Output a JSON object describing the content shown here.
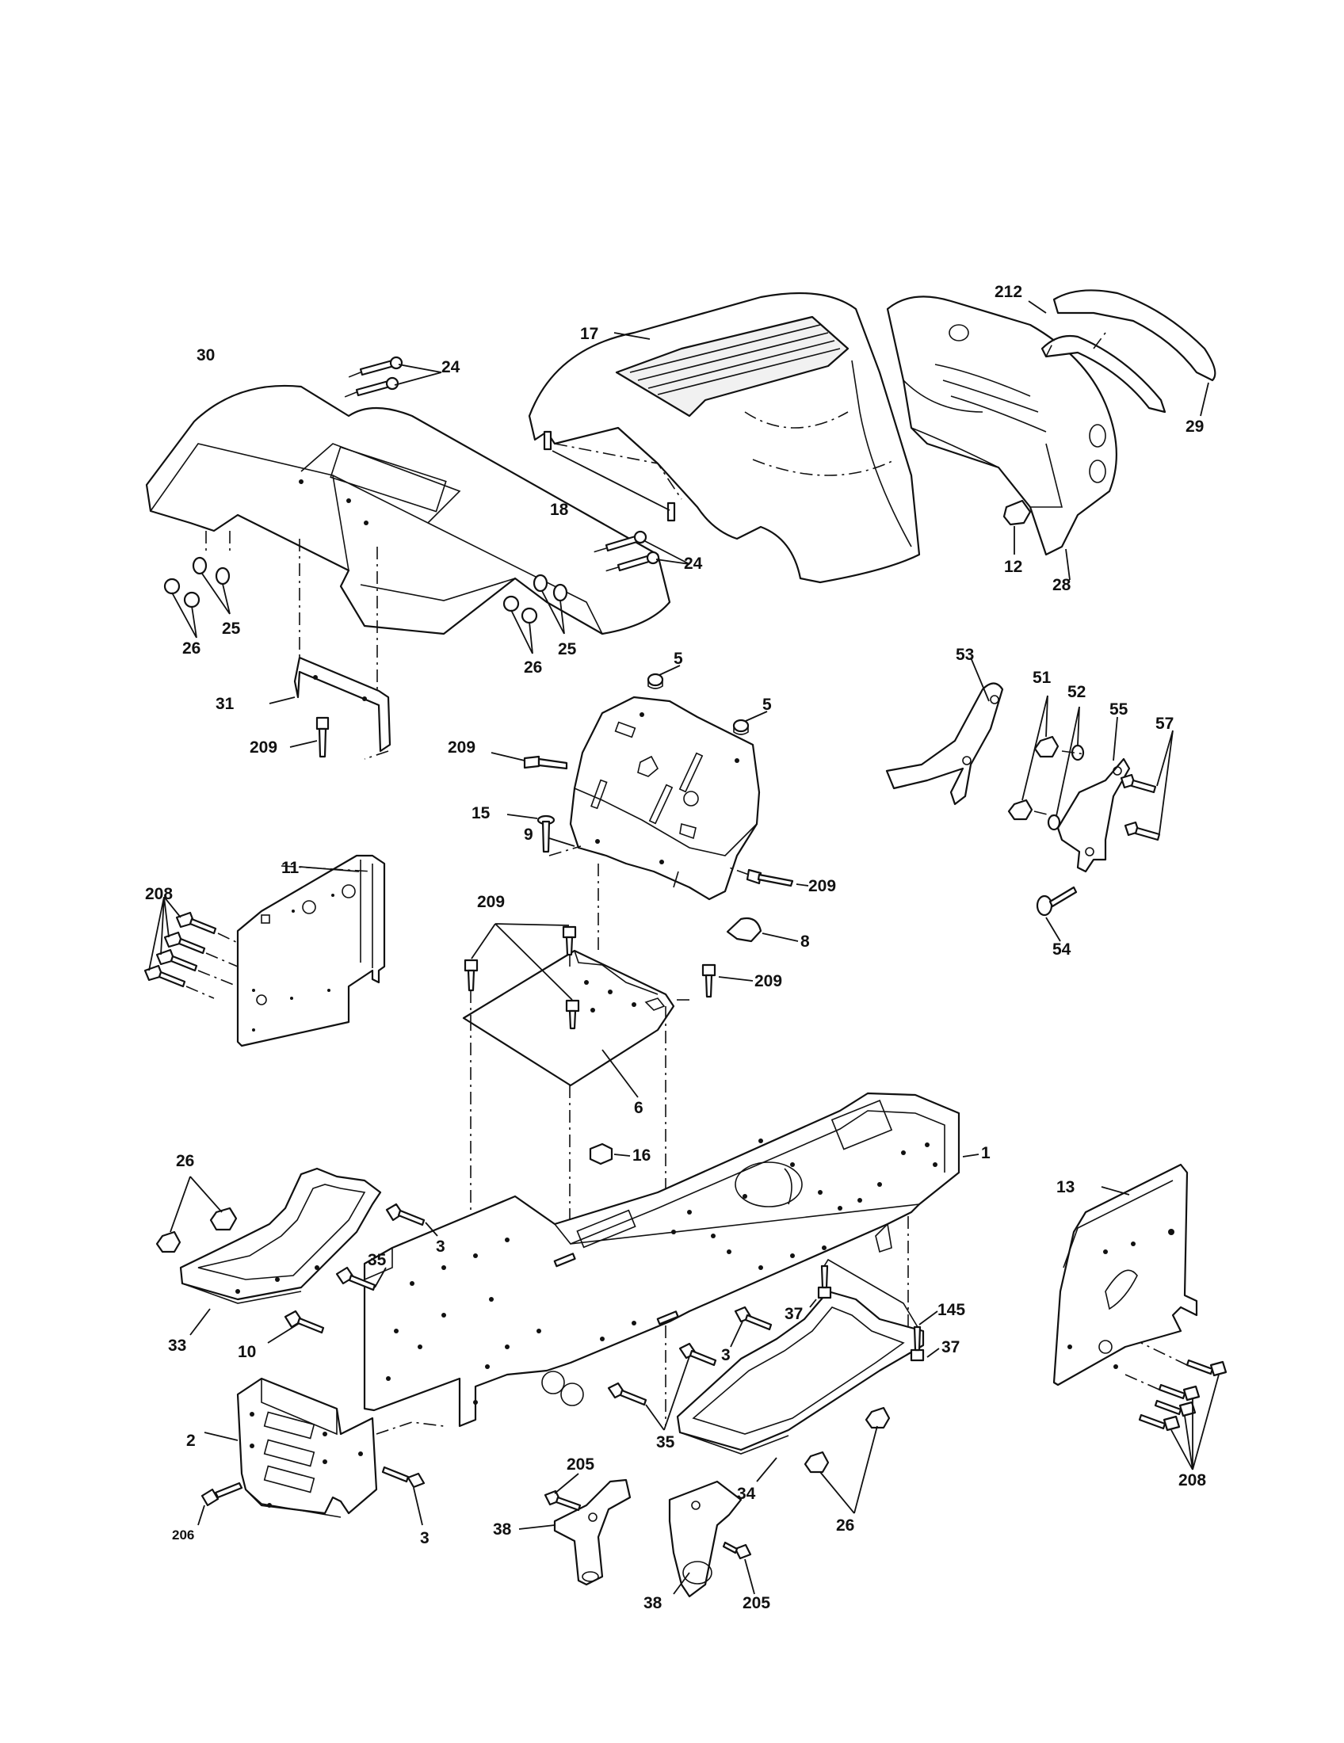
{
  "callouts": {
    "c30": "30",
    "c24a": "24",
    "c17": "17",
    "c212": "212",
    "c29": "29",
    "c18": "18",
    "c24b": "24",
    "c12": "12",
    "c28": "28",
    "c26a": "26",
    "c25a": "25",
    "c26b": "26",
    "c25b": "25",
    "c31": "31",
    "c209a": "209",
    "c5a": "5",
    "c5b": "5",
    "c209b": "209",
    "c9": "9",
    "c15": "15",
    "c209c": "209",
    "c53": "53",
    "c51": "51",
    "c52": "52",
    "c55": "55",
    "c57": "57",
    "c54": "54",
    "c208a": "208",
    "c11": "11",
    "c209d": "209",
    "c8": "8",
    "c209e": "209",
    "c6": "6",
    "c16": "16",
    "c1": "1",
    "c26c": "26",
    "c3a": "3",
    "c35a": "35",
    "c33": "33",
    "c10": "10",
    "c13": "13",
    "c37a": "37",
    "c145": "145",
    "c37b": "37",
    "c3b": "3",
    "c35b": "35",
    "c2": "2",
    "c34": "34",
    "c26d": "26",
    "c208b": "208",
    "c205a": "205",
    "c206": "206",
    "c3c": "3",
    "c38a": "38",
    "c38b": "38",
    "c205b": "205"
  }
}
